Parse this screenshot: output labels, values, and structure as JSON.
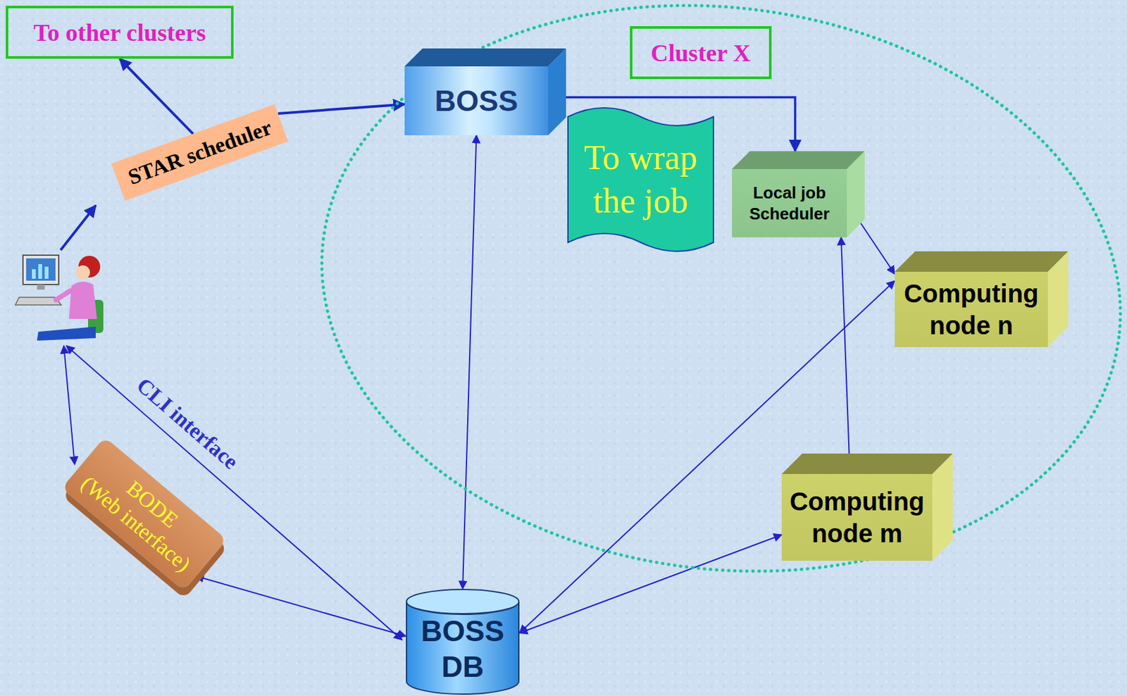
{
  "diagram": {
    "nodes": [
      {
        "text": [
          "To other clusters"
        ]
      },
      {
        "text": [
          "Cluster X"
        ]
      },
      {
        "text": [
          "BOSS"
        ],
        "in": 1
      },
      {
        "text": [
          "To wrap the job"
        ],
        "in": 1
      },
      {
        "text": [
          "Local job Scheduler"
        ],
        "in": 1
      },
      {
        "text": [
          "Computing node n"
        ],
        "in": 1
      },
      {
        "text": [
          "Computing node m"
        ],
        "in": 1
      },
      {
        "text": [
          "STAR scheduler"
        ]
      },
      {
        "text": [
          "BODE",
          "(Web interface)"
        ]
      },
      {
        "text": [
          "BOSS DB"
        ]
      }
    ],
    "edges": [
      {
        "from": 7,
        "to": 0,
        "arrow": "to"
      },
      {
        "from": 7,
        "to": 2,
        "arrow": "to"
      },
      {
        "from": 2,
        "to": 4,
        "arrow": "to"
      },
      {
        "from": 2,
        "to": 9,
        "arrow": "both"
      },
      {
        "from": 4,
        "to": 5,
        "arrow": "both"
      },
      {
        "from": 4,
        "to": 6,
        "arrow": "both"
      },
      {
        "from": 9,
        "to": 5,
        "arrow": "both"
      },
      {
        "from": 9,
        "to": 6,
        "arrow": "both"
      },
      {
        "from": 8,
        "to": 9,
        "arrow": "both"
      }
    ],
    "labels": [
      "CLI interface"
    ]
  }
}
